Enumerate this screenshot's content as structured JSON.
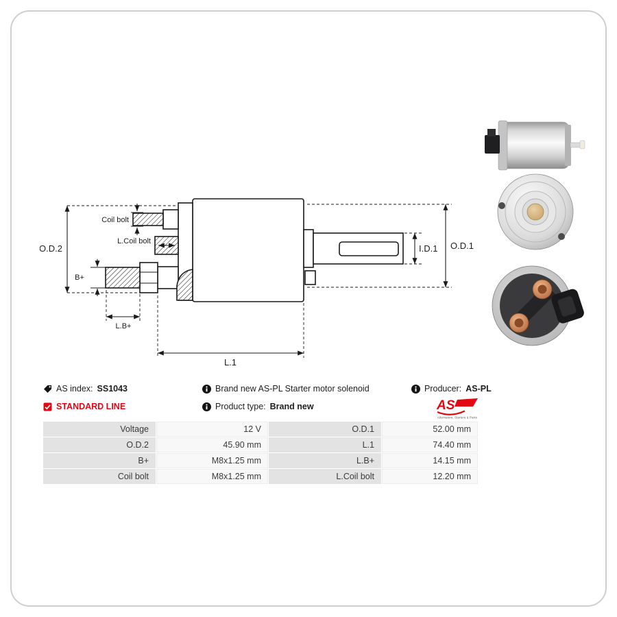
{
  "colors": {
    "brand_red": "#e30613",
    "drawing_line": "#1a1a1a",
    "table_label_bg": "#e3e3e3",
    "table_value_bg": "#f8f8f8"
  },
  "diagram": {
    "labels": {
      "coil_bolt": "Coil bolt",
      "l_coil_bolt": "L.Coil bolt",
      "od2": "O.D.2",
      "b_plus": "B+",
      "l_b_plus": "L.B+",
      "l1": "L.1",
      "id1": "I.D.1",
      "od1": "O.D.1"
    }
  },
  "photos": [
    "solenoid-side-photo",
    "solenoid-rear-cap-photo",
    "solenoid-front-terminals-photo"
  ],
  "info": {
    "as_index": {
      "label": "AS index:",
      "value": "SS1043"
    },
    "standard_line": "STANDARD LINE",
    "description": "Brand new AS-PL Starter motor solenoid",
    "product_type": {
      "label": "Product type:",
      "value": "Brand new"
    },
    "producer": {
      "label": "Producer:",
      "value": "AS-PL"
    },
    "logo": {
      "text": "AS",
      "tagline": "Alternators, Starters & Parts"
    }
  },
  "spec_table": {
    "rows": [
      {
        "label_left": "Voltage",
        "value_left": "12 V",
        "label_right": "O.D.1",
        "value_right": "52.00 mm"
      },
      {
        "label_left": "O.D.2",
        "value_left": "45.90 mm",
        "label_right": "L.1",
        "value_right": "74.40 mm"
      },
      {
        "label_left": "B+",
        "value_left": "M8x1.25 mm",
        "label_right": "L.B+",
        "value_right": "14.15 mm"
      },
      {
        "label_left": "Coil bolt",
        "value_left": "M8x1.25 mm",
        "label_right": "L.Coil bolt",
        "value_right": "12.20 mm"
      }
    ]
  }
}
